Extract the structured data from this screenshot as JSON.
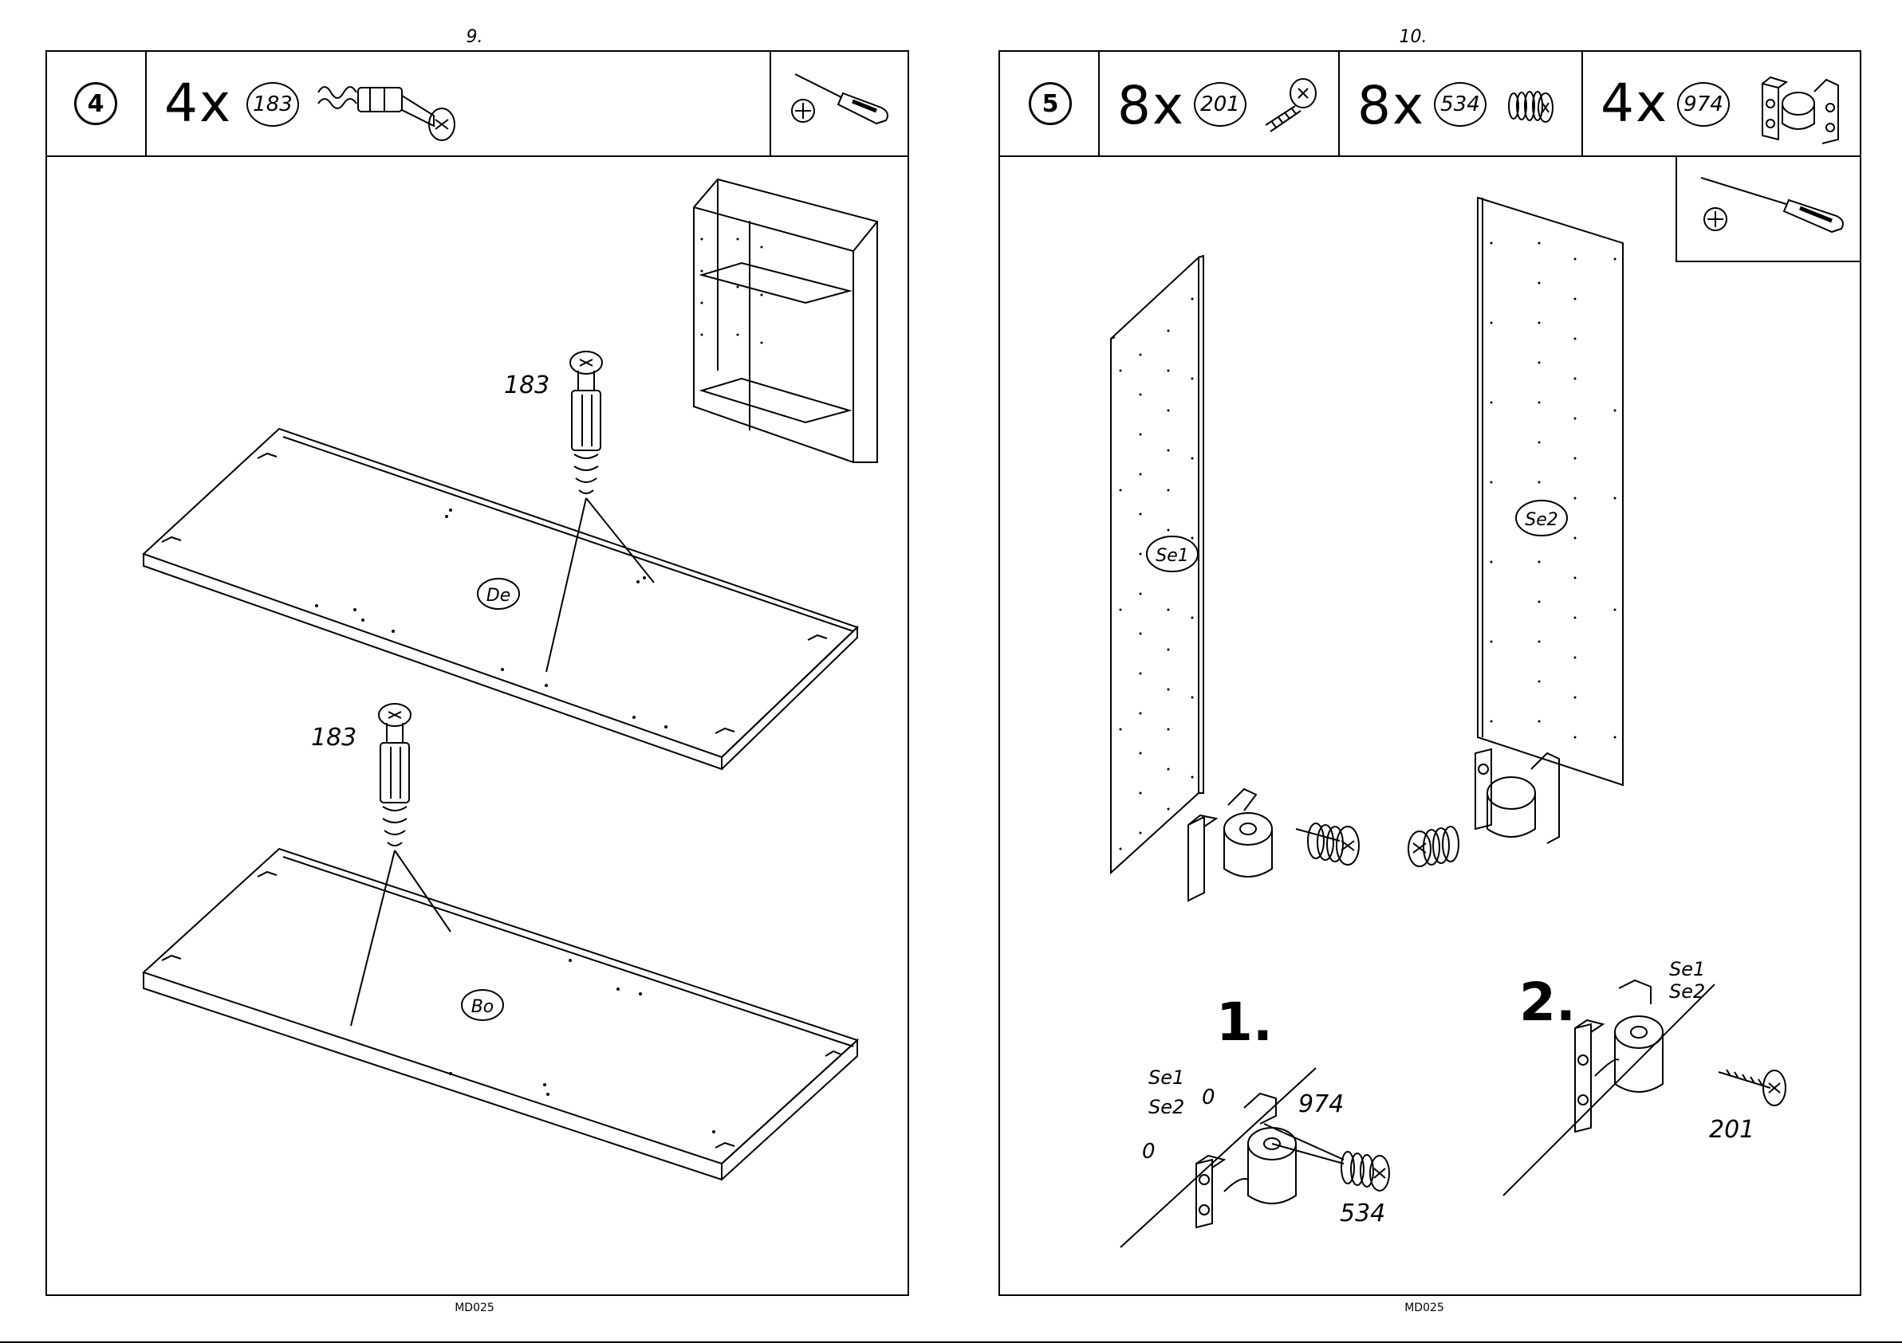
{
  "left_page": {
    "page_number": "9.",
    "code": "MD025",
    "step": "4",
    "parts": [
      {
        "quantity": "4x",
        "part_no": "183",
        "icon": "cam-bolt-icon"
      }
    ],
    "tool_icon": "phillips-screwdriver-icon",
    "inset_icon": "wardrobe-overview-icon",
    "panel_labels": {
      "top": "De",
      "bottom": "Bo"
    },
    "callouts": {
      "upper": "183",
      "lower": "183"
    }
  },
  "right_page": {
    "page_number": "10.",
    "code": "MD025",
    "step": "5",
    "parts": [
      {
        "quantity": "8x",
        "part_no": "201",
        "icon": "screw-icon"
      },
      {
        "quantity": "8x",
        "part_no": "534",
        "icon": "euro-screw-icon"
      },
      {
        "quantity": "4x",
        "part_no": "974",
        "icon": "hinge-bracket-icon"
      }
    ],
    "tool_icon": "phillips-screwdriver-icon",
    "panel_labels": {
      "left": "Se1",
      "right": "Se2"
    },
    "detail_1": {
      "number": "1.",
      "side_label_1": "Se1",
      "side_label_2": "Se2",
      "zero_1": "0",
      "zero_2": "0",
      "part_bracket": "974",
      "part_screw": "534"
    },
    "detail_2": {
      "number": "2.",
      "side_label_1": "Se1",
      "side_label_2": "Se2",
      "part_screw": "201"
    }
  }
}
